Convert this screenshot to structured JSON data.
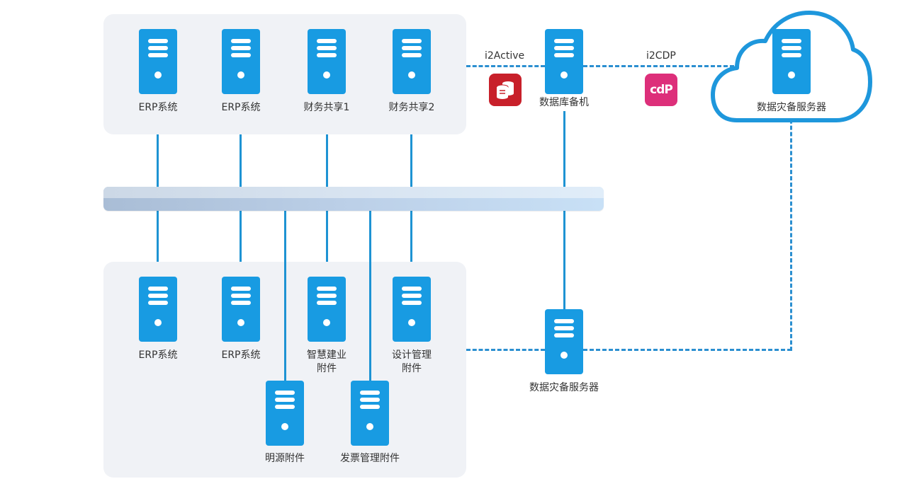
{
  "diagram": {
    "top_group": {
      "servers": [
        {
          "label": "ERP系统"
        },
        {
          "label": "ERP系统"
        },
        {
          "label": "财务共享1"
        },
        {
          "label": "财务共享2"
        }
      ]
    },
    "bottom_group": {
      "servers": [
        {
          "label": "ERP系统"
        },
        {
          "label": "ERP系统"
        },
        {
          "label_line1": "智慧建业",
          "label_line2": "附件"
        },
        {
          "label_line1": "设计管理",
          "label_line2": "附件"
        },
        {
          "label": "明源附件"
        },
        {
          "label": "发票管理附件"
        }
      ]
    },
    "db_backup": {
      "label": "数据库备机"
    },
    "local_dr_server": {
      "label": "数据灾备服务器"
    },
    "cloud_dr_server": {
      "label": "数据灾备服务器"
    },
    "links": {
      "i2active": {
        "label": "i2Active",
        "icon": "database-sync-icon",
        "color": "#c8202a"
      },
      "i2cdp": {
        "label": "i2CDP",
        "icon_text": "cdP",
        "color": "#dd2f7a"
      }
    },
    "colors": {
      "server": "#189be2",
      "line": "#1e93d3",
      "panel": "#f0f2f6"
    }
  }
}
